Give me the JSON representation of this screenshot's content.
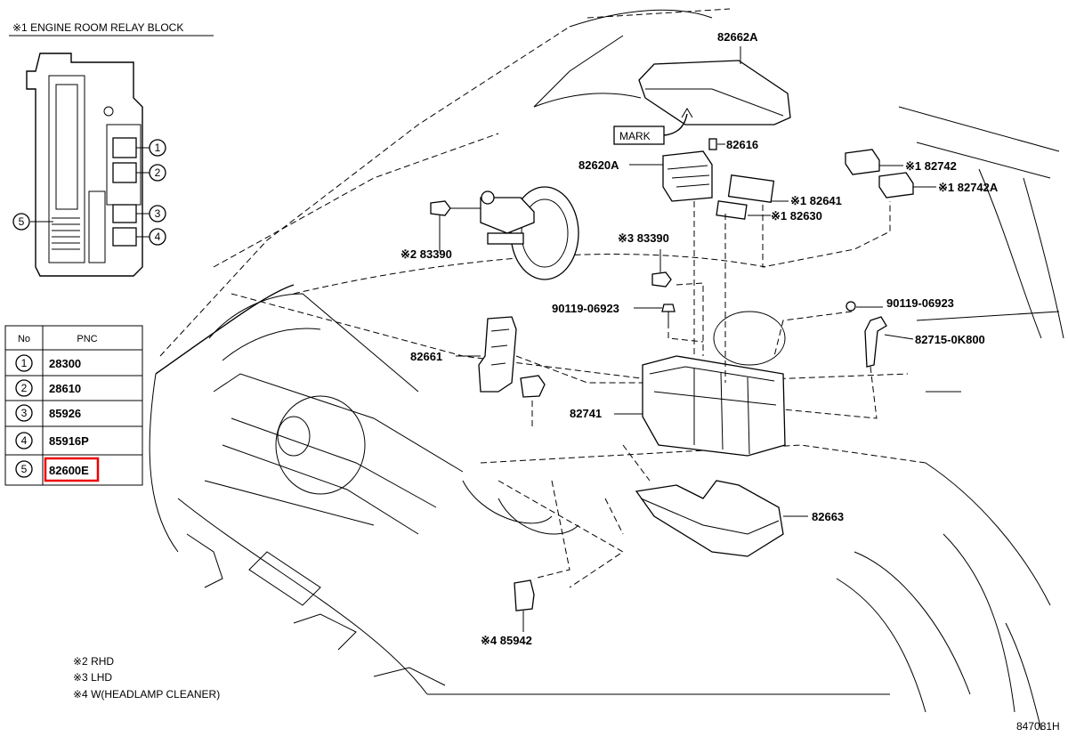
{
  "relay_block_title": "※1 ENGINE ROOM RELAY BLOCK",
  "relay_markers": [
    "1",
    "2",
    "3",
    "4",
    "5"
  ],
  "pnc_table": {
    "headers": [
      "No",
      "PNC"
    ],
    "rows": [
      {
        "no": "1",
        "pnc": "28300"
      },
      {
        "no": "2",
        "pnc": "28610"
      },
      {
        "no": "3",
        "pnc": "85926"
      },
      {
        "no": "4",
        "pnc": "85916P"
      },
      {
        "no": "5",
        "pnc": "82600E",
        "highlighted": true
      }
    ]
  },
  "mark_label": "MARK",
  "part_labels": {
    "p82662A": "82662A",
    "p82616": "82616",
    "p82620A": "82620A",
    "p82742": "※1 82742",
    "p82742A": "※1 82742A",
    "p82641": "※1 82641",
    "p82630": "※1 82630",
    "p83390_lhd": "※3 83390",
    "p83390_rhd": "※2 83390",
    "p90119_a": "90119-06923",
    "p90119_b": "90119-06923",
    "p82715": "82715-0K800",
    "p82661": "82661",
    "p82741": "82741",
    "p82663": "82663",
    "p85942": "※4 85942"
  },
  "notes": [
    "※2 RHD",
    "※3 LHD",
    "※4 W(HEADLAMP CLEANER)"
  ],
  "diagram_code": "847081H",
  "colors": {
    "line": "#000000",
    "highlight": "#e00000",
    "background": "#ffffff"
  }
}
